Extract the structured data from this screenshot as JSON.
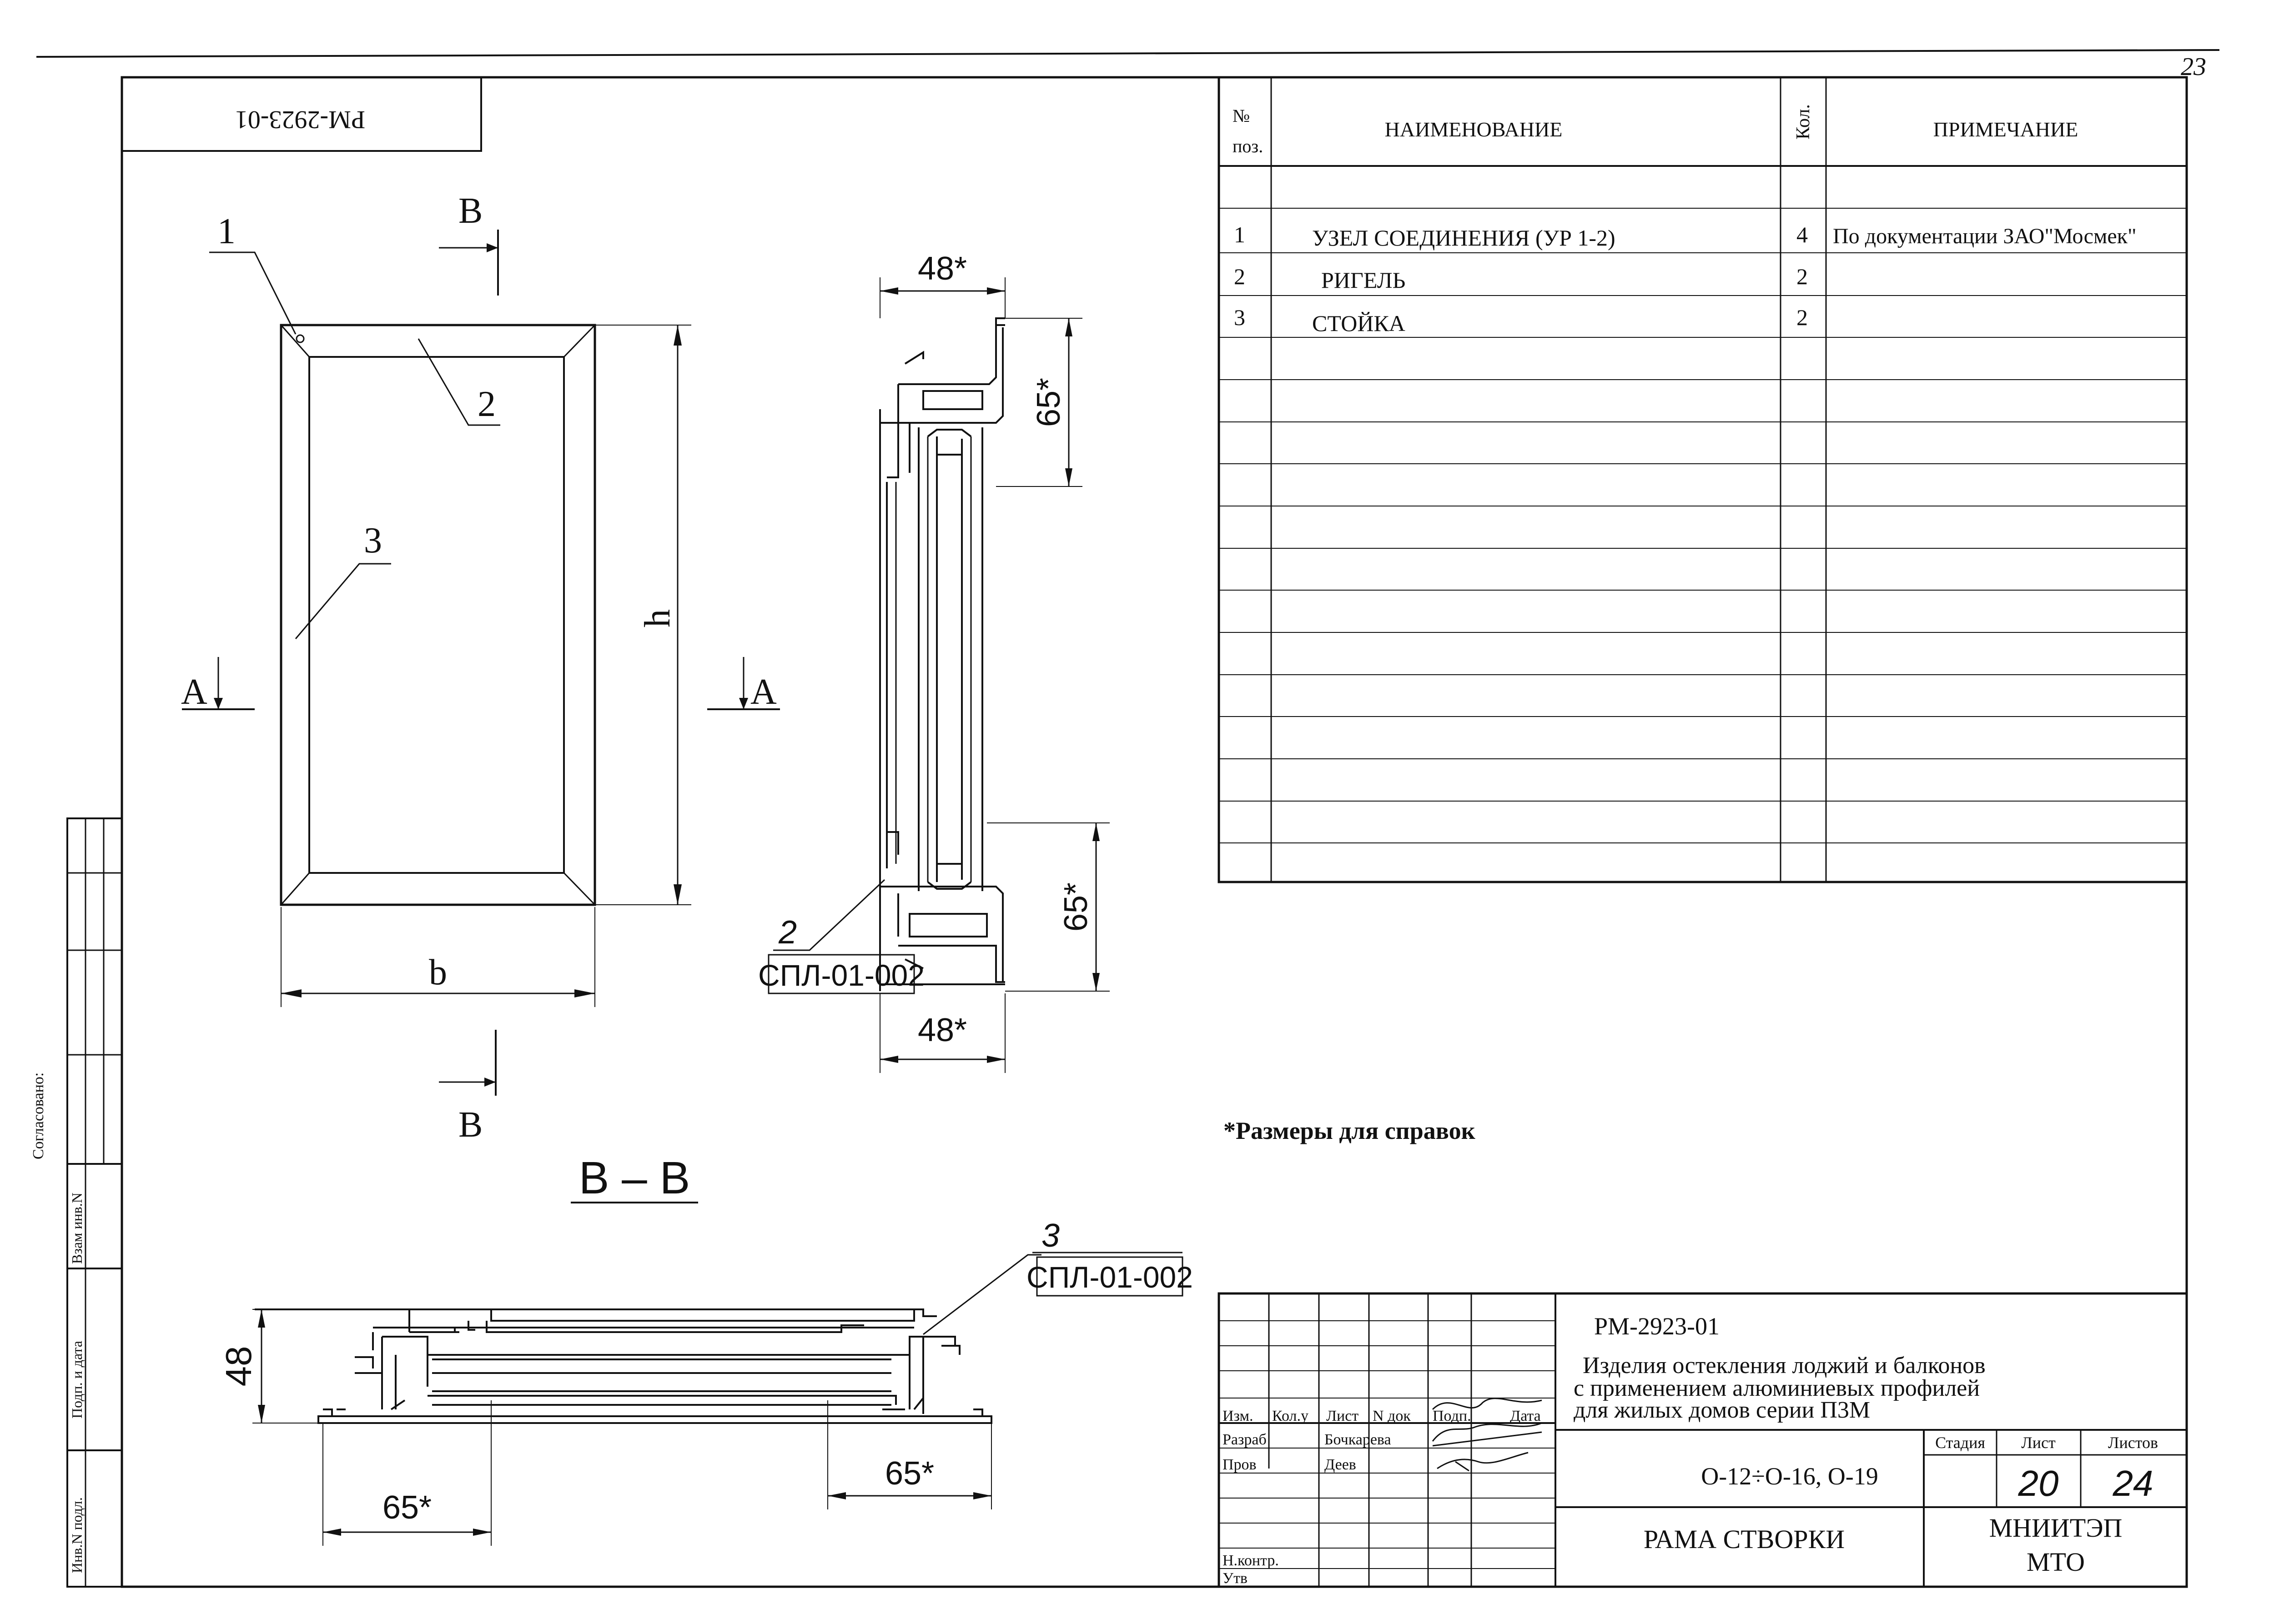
{
  "page_number": "23",
  "sheet_code_rotated": "РМ-2923-01",
  "spec_table": {
    "headers": {
      "pos_line1": "№",
      "pos_line2": "поз.",
      "name": "НАИМЕНОВАНИЕ",
      "qty": "Кол.",
      "note": "ПРИМЕЧАНИЕ"
    },
    "rows": [
      {
        "pos": "1",
        "name": "УЗЕЛ СОЕДИНЕНИЯ   (УР 1-2)",
        "qty": "4",
        "note": "По документации ЗАО\"Мосмек\""
      },
      {
        "pos": "2",
        "name": "РИГЕЛЬ",
        "qty": "2",
        "note": ""
      },
      {
        "pos": "3",
        "name": "СТОЙКА",
        "qty": "2",
        "note": ""
      }
    ]
  },
  "frame_view": {
    "callout_1": "1",
    "callout_2": "2",
    "callout_3": "3",
    "section_B_top": "В",
    "section_B_bottom": "В",
    "section_A_left": "А",
    "section_A_right": "А",
    "dim_height": "h",
    "dim_width": "b"
  },
  "section_AA": {
    "dim_top_48": "48*",
    "dim_top_65": "65*",
    "dim_bottom_65": "65*",
    "dim_bottom_48": "48*",
    "callout_2": "2",
    "profile_2": "СПЛ-01-002"
  },
  "section_BB": {
    "title": "В – В",
    "dim_48": "48",
    "dim_65_left": "65*",
    "dim_65_right": "65*",
    "callout_3": "3",
    "profile_3": "СПЛ-01-002"
  },
  "reference_note": "*Размеры для справок",
  "side_stamp": {
    "agreed": "Согласовано:",
    "vzam": "Взам инв.N",
    "podp": "Подп. и дата",
    "inv": "Инв.N подл."
  },
  "title_block": {
    "doc_code": "РМ-2923-01",
    "project_line1": "Изделия остекления лоджий и балконов",
    "project_line2": "с применением алюминиевых профилей",
    "project_line3": "для жилых домов серии П3М",
    "header_izm": "Изм.",
    "header_kolu": "Кол.у",
    "header_list": "Лист",
    "header_ndok": "N док",
    "header_podp": "Подп.",
    "header_data": "Дата",
    "role_razrab": "Разраб",
    "name_razrab": "Бочкарева",
    "role_prov": "Пров",
    "name_prov": "Деев",
    "role_nkontr": "Н.контр.",
    "role_utv": "Утв",
    "designation": "О-12÷О-16, О-19",
    "sheet_title": "РАМА СТВОРКИ",
    "label_stage": "Стадия",
    "label_sheet": "Лист",
    "label_sheets": "Листов",
    "sheet_no": "20",
    "sheets_total": "24",
    "org_line1": "МНИИТЭП",
    "org_line2": "МТО"
  }
}
